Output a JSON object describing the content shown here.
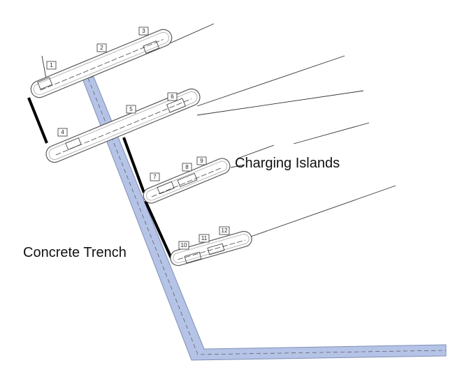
{
  "labels": {
    "charging_islands": "Charging Islands",
    "concrete_trench": "Concrete Trench"
  },
  "stall_numbers": [
    "1",
    "2",
    "3",
    "4",
    "5",
    "6",
    "7",
    "8",
    "9",
    "10",
    "11",
    "12"
  ],
  "colors": {
    "trench_fill": "#b4c3e6",
    "trench_edge": "#7f8fb5",
    "island_stroke": "#5a5a5a",
    "line": "#333333",
    "wall": "#000000"
  }
}
